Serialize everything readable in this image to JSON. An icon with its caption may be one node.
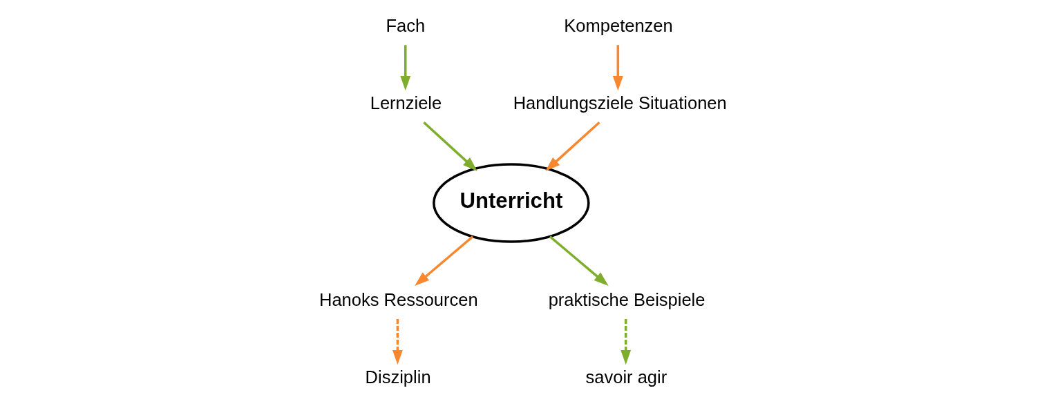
{
  "diagram": {
    "nodes": [
      {
        "text": [
          "Fach"
        ]
      },
      {
        "text": [
          "Disziplin"
        ]
      },
      {
        "text": [
          "Hanoks Ressourcen"
        ]
      },
      {
        "text": [
          "Lernziele"
        ]
      },
      {
        "text": [
          "Unterricht"
        ]
      },
      {
        "text": [
          "Kompetenzen"
        ]
      },
      {
        "text": [
          "savoir agir"
        ]
      },
      {
        "text": [
          "Handlungsziele Situationen"
        ]
      },
      {
        "text": [
          "praktische Beispiele"
        ]
      }
    ],
    "edges": [
      {
        "from": 0,
        "to": 3,
        "arrow": "to",
        "color": "#7fad2d"
      },
      {
        "from": 3,
        "to": 4,
        "arrow": "to",
        "color": "#7fad2d"
      },
      {
        "from": 4,
        "to": 2,
        "arrow": "to",
        "color": "#f7882f"
      },
      {
        "from": 2,
        "to": 1,
        "arrow": "to",
        "style": "dashed",
        "color": "#f7882f"
      },
      {
        "from": 5,
        "to": 7,
        "arrow": "to",
        "color": "#f7882f"
      },
      {
        "from": 7,
        "to": 4,
        "arrow": "to",
        "color": "#f7882f"
      },
      {
        "from": 4,
        "to": 8,
        "arrow": "to",
        "color": "#7fad2d"
      },
      {
        "from": 8,
        "to": 6,
        "arrow": "to",
        "style": "dashed",
        "color": "#7fad2d"
      }
    ]
  }
}
